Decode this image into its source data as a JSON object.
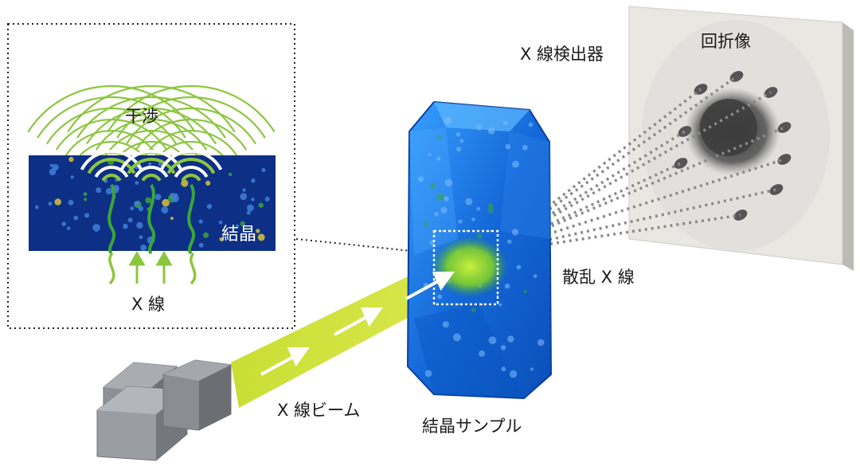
{
  "labels": {
    "interference": "干渉",
    "crystal": "結晶",
    "xray": "X 線",
    "xray_beam": "X 線ビーム",
    "crystal_sample": "結晶サンプル",
    "scattered_xray": "散乱 X 線",
    "xray_detector": "X 線検出器",
    "diffraction_image": "回折像"
  },
  "colors": {
    "beam": "#c7dc2a",
    "wave": "#8cc63f",
    "crystal_blue": "#1a6fd6",
    "lattice_dark": "#0d2f86",
    "source_gray": "#8e9296",
    "detector_face": "#e9e7e2"
  },
  "icons": [
    "xray-source-icon",
    "crystal-sample-icon",
    "detector-plate-icon",
    "arrow-icon"
  ]
}
